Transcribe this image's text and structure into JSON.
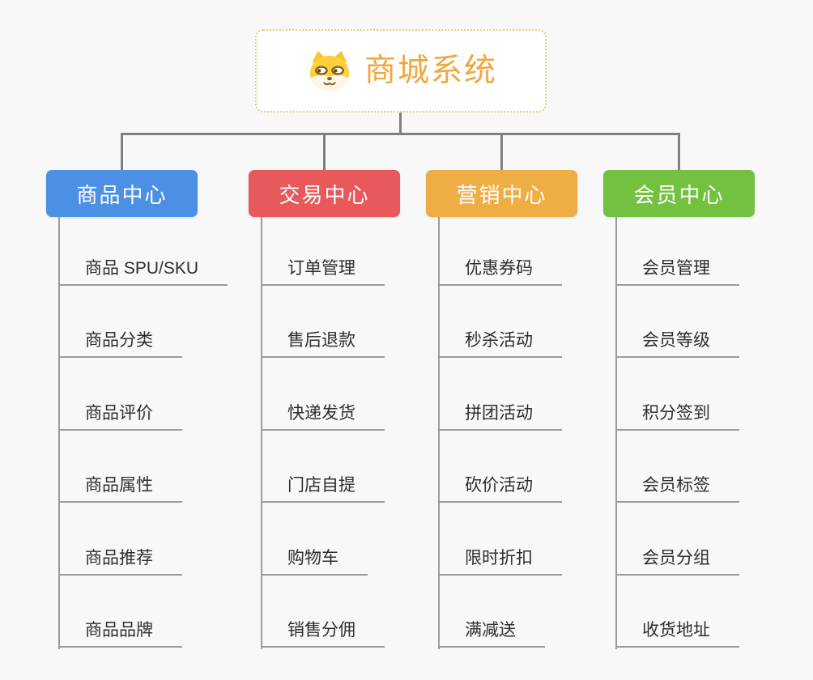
{
  "page": {
    "background_color": "#f8f8f8",
    "connector_color": "#808080",
    "branch_line_color": "#9c9c9c"
  },
  "root": {
    "title": "商城系统",
    "icon": "shiba-dog-icon",
    "title_color": "#f0a73e",
    "border_color": "#f2c67c"
  },
  "branches": [
    {
      "label": "商品中心",
      "color": "#4b90e4",
      "children": [
        "商品 SPU/SKU",
        "商品分类",
        "商品评价",
        "商品属性",
        "商品推荐",
        "商品品牌"
      ]
    },
    {
      "label": "交易中心",
      "color": "#e7595b",
      "children": [
        "订单管理",
        "售后退款",
        "快递发货",
        "门店自提",
        "购物车",
        "销售分佣"
      ]
    },
    {
      "label": "营销中心",
      "color": "#efae43",
      "children": [
        "优惠券码",
        "秒杀活动",
        "拼团活动",
        "砍价活动",
        "限时折扣",
        "满减送"
      ]
    },
    {
      "label": "会员中心",
      "color": "#74c142",
      "children": [
        "会员管理",
        "会员等级",
        "积分签到",
        "会员标签",
        "会员分组",
        "收货地址"
      ]
    }
  ]
}
